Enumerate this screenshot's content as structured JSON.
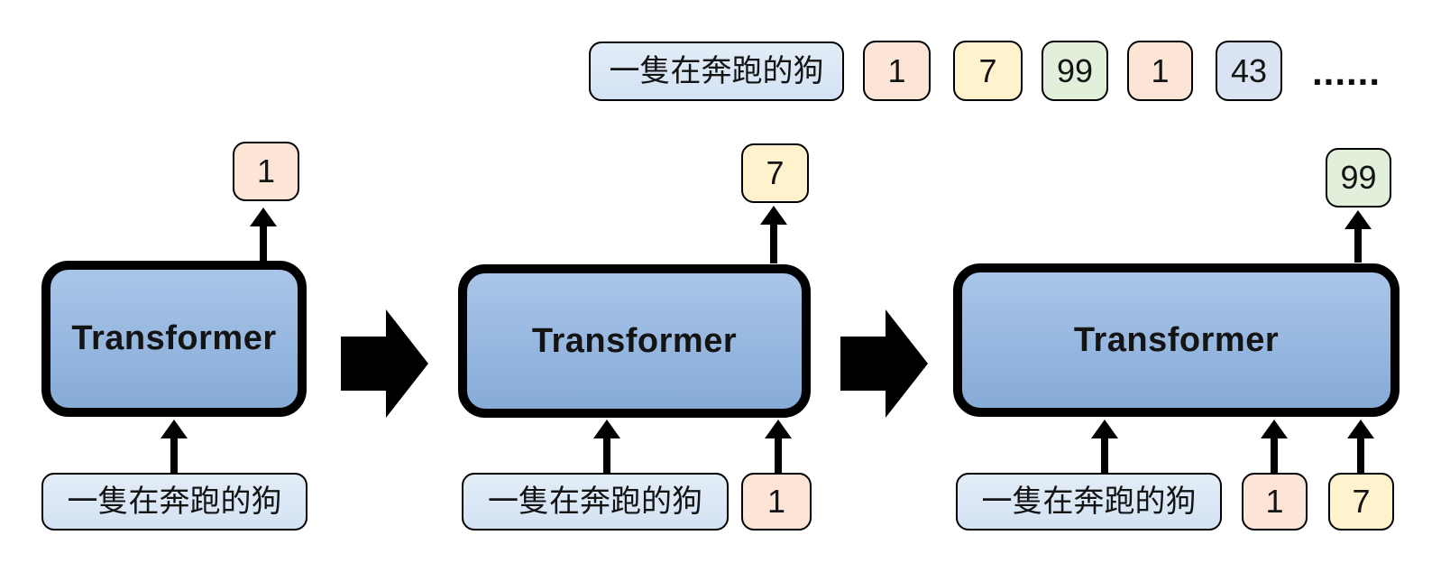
{
  "diagram": {
    "description_prompt": "一隻在奔跑的狗",
    "top_sequence": {
      "prompt": "一隻在奔跑的狗",
      "tokens": [
        {
          "label": "1",
          "color": "peach"
        },
        {
          "label": "7",
          "color": "yellow"
        },
        {
          "label": "99",
          "color": "green"
        },
        {
          "label": "1",
          "color": "peach"
        },
        {
          "label": "43",
          "color": "blue"
        }
      ],
      "ellipsis": "......"
    },
    "steps": [
      {
        "block_label": "Transformer",
        "output_token": {
          "label": "1",
          "color": "peach"
        },
        "input_prompt": "一隻在奔跑的狗",
        "input_tokens": []
      },
      {
        "block_label": "Transformer",
        "output_token": {
          "label": "7",
          "color": "yellow"
        },
        "input_prompt": "一隻在奔跑的狗",
        "input_tokens": [
          {
            "label": "1",
            "color": "peach"
          }
        ]
      },
      {
        "block_label": "Transformer",
        "output_token": {
          "label": "99",
          "color": "green"
        },
        "input_prompt": "一隻在奔跑的狗",
        "input_tokens": [
          {
            "label": "1",
            "color": "peach"
          },
          {
            "label": "7",
            "color": "yellow"
          }
        ]
      }
    ],
    "colors": {
      "peach": "#fce4d6",
      "yellow": "#fff2cc",
      "green": "#e2efda",
      "blue": "#dae3f1",
      "prompt_top": "#e3edf8",
      "prompt_bottom": "#d3e2f3",
      "block_top": "#a9c5e9",
      "block_bottom": "#86abd7",
      "outline": "#000000",
      "arrow": "#000000",
      "text": "#141414",
      "background": "#ffffff"
    }
  }
}
